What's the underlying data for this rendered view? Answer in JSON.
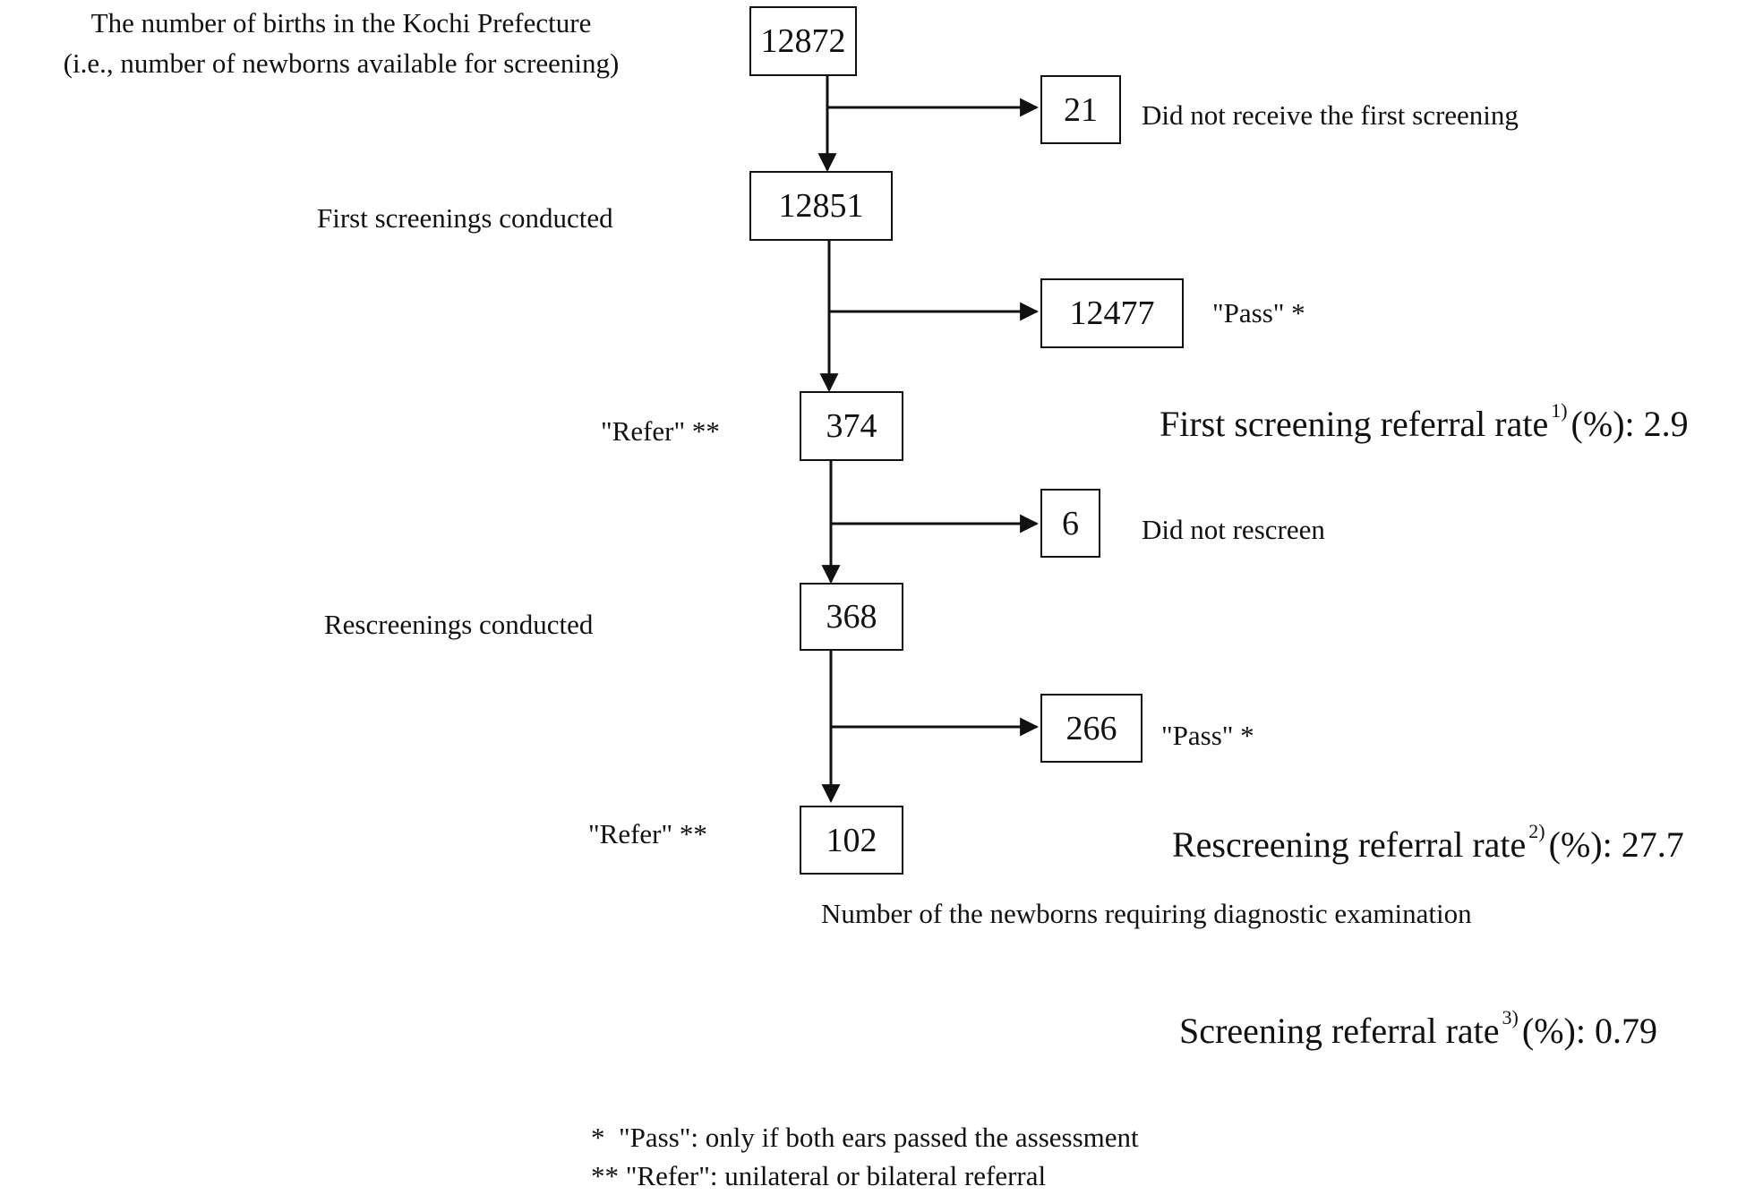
{
  "nodes": {
    "births": "12872",
    "no_first": "21",
    "first_conducted": "12851",
    "first_pass": "12477",
    "first_refer": "374",
    "no_rescreen": "6",
    "rescreen_conducted": "368",
    "rescreen_pass": "266",
    "rescreen_refer": "102"
  },
  "labels": {
    "births_line1": "The number of births in the Kochi Prefecture",
    "births_line2": "(i.e., number of newborns available for screening)",
    "no_first": "Did not receive the first screening",
    "first_conducted": "First screenings conducted",
    "first_pass": "\"Pass\" *",
    "first_refer": "\"Refer\" **",
    "no_rescreen": "Did not rescreen",
    "rescreen_conducted": "Rescreenings conducted",
    "rescreen_pass": "\"Pass\" *",
    "rescreen_refer": "\"Refer\" **",
    "diagnostic": "Number of the newborns requiring diagnostic examination"
  },
  "rates": {
    "first": {
      "text": "First screening referral rate",
      "note": "1)",
      "value": "(%): 2.9"
    },
    "rescreen": {
      "text": "Rescreening referral rate",
      "note": "2)",
      "value": "(%): 27.7"
    },
    "overall": {
      "text": "Screening referral rate",
      "note": "3)",
      "value": "(%): 0.79"
    }
  },
  "footnotes": {
    "pass": "*  \"Pass\": only if both ears passed the assessment",
    "refer": "** \"Refer\": unilateral or bilateral referral"
  }
}
